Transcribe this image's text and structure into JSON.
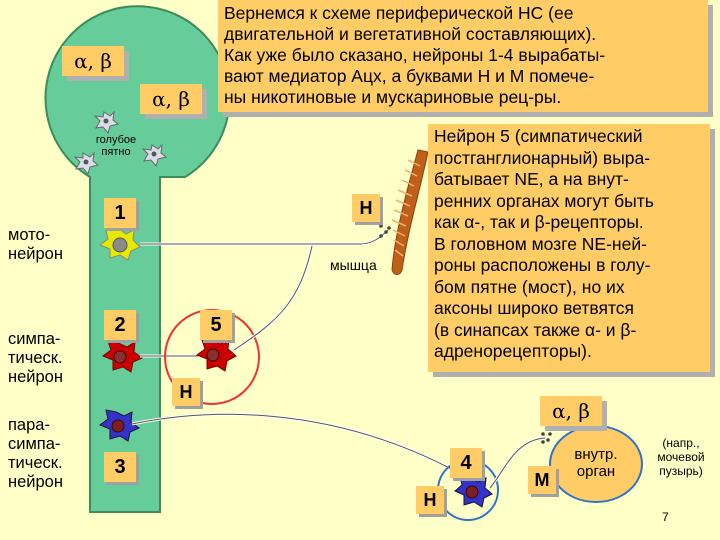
{
  "top_text": "Вернемся к схеме периферической НС (ее двигательной и вегетативной составляющих). Как уже было сказано, нейроны 1-4 вырабатывают медиатор Ацх, а буквами Н и М помечены никотиновые и мускариновые рец-ры.",
  "top_lines": [
    "Вернемся к схеме периферической НС (ее",
    "двигательной и вегетативной составляющих).",
    "Как уже было сказано, нейроны 1-4 вырабаты-",
    "вают медиатор Ацх, а буквами Н и М помече-",
    "ны никотиновые и мускариновые рец-ры."
  ],
  "right_lines": [
    "Нейрон 5 (симпатический",
    "постганглионарный) выра-",
    "батывает NE, а на внут-",
    "ренних органах могут быть",
    "как α-, так и β-рецепторы.",
    "В головном мозге NE-ней-",
    "роны расположены в голу-",
    "бом пятне (мост), но их",
    "аксоны широко ветвятся",
    "(в синапсах также α- и β-",
    "адренорецепторы)."
  ],
  "labels": {
    "alpha_beta_1": "α, β",
    "alpha_beta_2": "α, β",
    "alpha_beta_3": "α, β",
    "blue_spot": "голубое\nпятно",
    "motoneuron": "мото-\nнейрон",
    "sympathetic": "симпа-\nтическ.\nнейрон",
    "parasympathetic": "пара-\nсимпа-\nтическ.\nнейрон",
    "muscle": "мышца",
    "internal_organ": "внутр.\nорган",
    "example": "(напр.,\nмочевой\nпузырь)",
    "page_number": "7"
  },
  "neuron_numbers": {
    "n1": "1",
    "n2": "2",
    "n3": "3",
    "n4": "4",
    "n5": "5"
  },
  "receptors": {
    "h_muscle": "Н",
    "h_ganglion5": "Н",
    "h_ganglion4": "Н",
    "m_organ": "М"
  },
  "colors": {
    "cns_fill": "#66cc99",
    "cns_stroke": "#3c8c5c",
    "background": "#ffffc8",
    "box_fill": "#ffcc66",
    "motoneuron": "#e8e800",
    "sympathetic": "#cc0000",
    "parasympathetic": "#3333cc",
    "organ_fill": "#ffcc66",
    "muscle": "#c06018",
    "circle_red": "#ee3333",
    "circle_blue": "#2f73c8"
  }
}
